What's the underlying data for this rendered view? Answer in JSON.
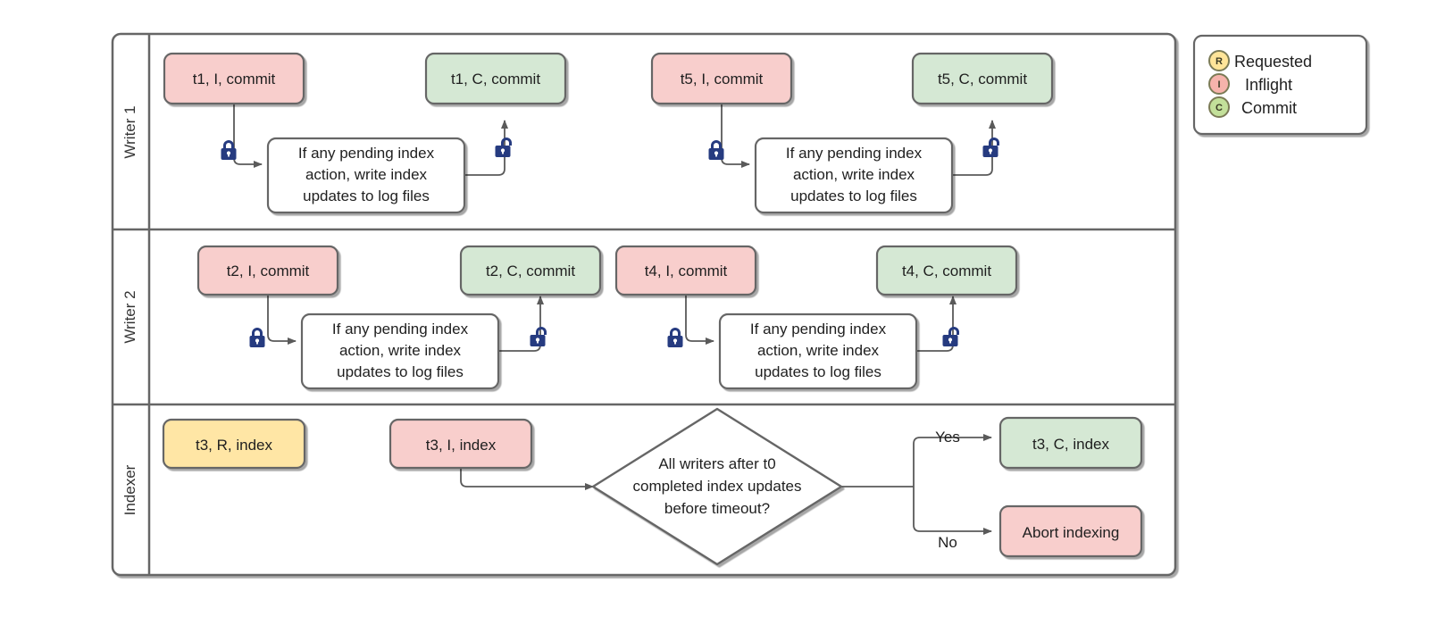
{
  "diagram": {
    "title": "Writer / Indexer swimlane flow",
    "colors": {
      "inflight_fill": "#f8cecc",
      "commit_fill": "#d5e8d4",
      "requested_fill": "#ffe6a5",
      "plain_fill": "#ffffff",
      "node_stroke": "#666666",
      "lane_stroke": "#666666",
      "edge_stroke": "#5a5a5a",
      "lock_color": "#263B80",
      "legend_r_fill": "#ffe599",
      "legend_i_fill": "#f6b3ab",
      "legend_c_fill": "#c3e09a",
      "legend_circle_stroke": "#7b7b56"
    },
    "lanes": [
      {
        "label": "Writer 1"
      },
      {
        "label": "Writer 2"
      },
      {
        "label": "Indexer"
      }
    ],
    "process_text": "If any pending index action, write index updates to log files",
    "process_lines": [
      "If any pending index",
      "action, write index",
      "updates to log files"
    ],
    "decision_lines": [
      "All writers after t0",
      "completed index updates",
      "before timeout?"
    ],
    "decision_text": "All writers after t0 completed index updates before timeout?",
    "lane1": {
      "nodes": [
        {
          "id": "w1-t1-i",
          "label": "t1, I, commit",
          "kind": "inflight"
        },
        {
          "id": "w1-t1-c",
          "label": "t1, C, commit",
          "kind": "commit"
        },
        {
          "id": "w1-t5-i",
          "label": "t5, I, commit",
          "kind": "inflight"
        },
        {
          "id": "w1-t5-c",
          "label": "t5, C, commit",
          "kind": "commit"
        }
      ],
      "locks": [
        {
          "id": "w1-lock-1",
          "state": "locked"
        },
        {
          "id": "w1-lock-2",
          "state": "unlocked"
        },
        {
          "id": "w1-lock-3",
          "state": "locked"
        },
        {
          "id": "w1-lock-4",
          "state": "unlocked"
        }
      ]
    },
    "lane2": {
      "nodes": [
        {
          "id": "w2-t2-i",
          "label": "t2, I, commit",
          "kind": "inflight"
        },
        {
          "id": "w2-t2-c",
          "label": "t2, C, commit",
          "kind": "commit"
        },
        {
          "id": "w2-t4-i",
          "label": "t4, I, commit",
          "kind": "inflight"
        },
        {
          "id": "w2-t4-c",
          "label": "t4, C, commit",
          "kind": "commit"
        }
      ],
      "locks": [
        {
          "id": "w2-lock-1",
          "state": "locked"
        },
        {
          "id": "w2-lock-2",
          "state": "unlocked"
        },
        {
          "id": "w2-lock-3",
          "state": "locked"
        },
        {
          "id": "w2-lock-4",
          "state": "unlocked"
        }
      ]
    },
    "lane3": {
      "nodes": [
        {
          "id": "ix-t3-r",
          "label": "t3, R, index",
          "kind": "requested"
        },
        {
          "id": "ix-t3-i",
          "label": "t3, I, index",
          "kind": "inflight"
        },
        {
          "id": "ix-t3-c",
          "label": "t3, C, index",
          "kind": "commit"
        },
        {
          "id": "ix-abort",
          "label": "Abort indexing",
          "kind": "inflight"
        }
      ],
      "branch_yes": "Yes",
      "branch_no": "No"
    },
    "legend": {
      "items": [
        {
          "badge": "R",
          "label": "Requested",
          "fill": "#ffe599"
        },
        {
          "badge": "I",
          "label": "Inflight",
          "fill": "#f6b3ab"
        },
        {
          "badge": "C",
          "label": "Commit",
          "fill": "#c3e09a"
        }
      ]
    }
  }
}
